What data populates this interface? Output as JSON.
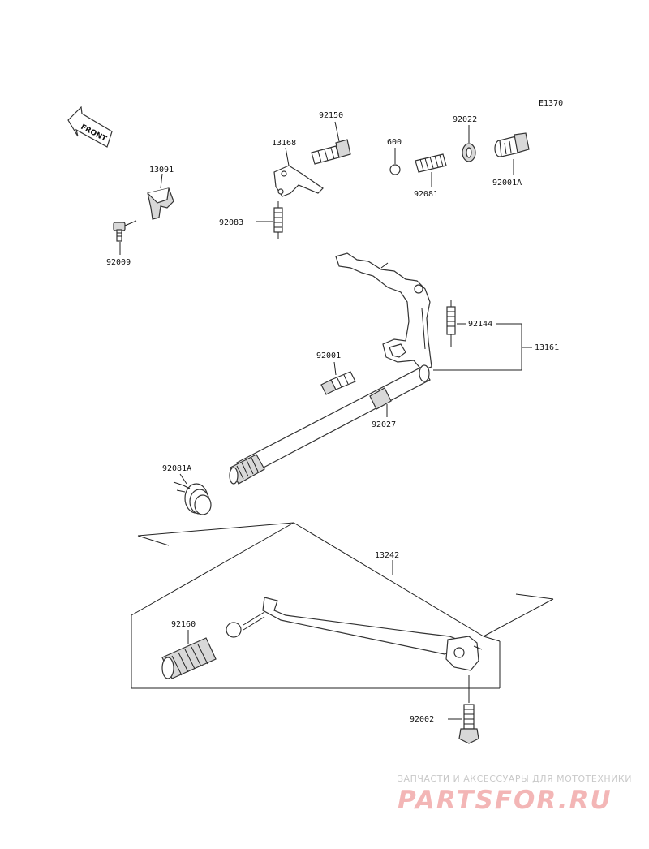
{
  "diagram_code": "E1370",
  "front_label": "FRONT",
  "parts": {
    "p13091": "13091",
    "p92009": "92009",
    "p13168": "13168",
    "p92150": "92150",
    "p92083": "92083",
    "p600": "600",
    "p92081": "92081",
    "p92022": "92022",
    "p92001A": "92001A",
    "p92144": "92144",
    "p13161": "13161",
    "p92001": "92001",
    "p92027": "92027",
    "p92081A": "92081A",
    "p13242": "13242",
    "p92160": "92160",
    "p92002": "92002"
  },
  "watermark": {
    "tagline": "ЗАПЧАСТИ И АКСЕССУАРЫ ДЛЯ МОТОТЕХНИКИ",
    "brand": "PARTSFOR.RU"
  }
}
